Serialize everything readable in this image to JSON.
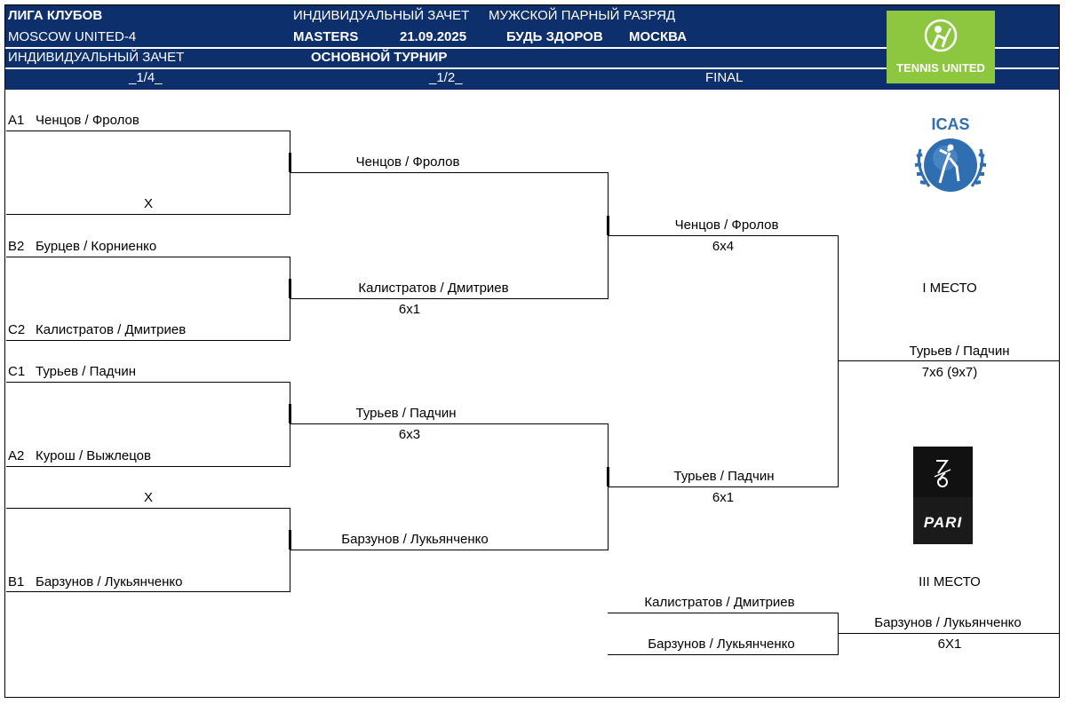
{
  "header": {
    "row1": {
      "league": "ЛИГА КЛУБОВ",
      "category": "ИНДИВИДУАЛЬНЫЙ ЗАЧЕТ",
      "discipline": "МУЖСКОЙ ПАРНЫЙ РАЗРЯД"
    },
    "row2": {
      "event": "MOSCOW UNITED-4",
      "level": "MASTERS",
      "date": "21.09.2025",
      "venue": "БУДЬ ЗДОРОВ",
      "city": "МОСКВА"
    },
    "row3": {
      "category": "ИНДИВИДУАЛЬНЫЙ ЗАЧЕТ",
      "draw": "ОСНОВНОЙ  ТУРНИР"
    },
    "rounds": [
      "_1/4_",
      "_1/2_",
      "FINAL"
    ]
  },
  "logos": {
    "tennis_united": "TENNIS UNITED",
    "icas": "ICAS",
    "pari": "PARI",
    "sponsor_mark": "7/6"
  },
  "bracket": {
    "quarterfinals": [
      {
        "seed": "A1",
        "name": "Ченцов / Фролов"
      },
      {
        "seed": "",
        "name": "X"
      },
      {
        "seed": "B2",
        "name": "Бурцев / Корниенко"
      },
      {
        "seed": "C2",
        "name": "Калистратов / Дмитриев"
      },
      {
        "seed": "C1",
        "name": "Турьев / Падчин"
      },
      {
        "seed": "A2",
        "name": "Курош / Выжлецов"
      },
      {
        "seed": "",
        "name": "X"
      },
      {
        "seed": "B1",
        "name": "Барзунов / Лукьянченко"
      }
    ],
    "semifinals": [
      {
        "name": "Ченцов / Фролов",
        "score": ""
      },
      {
        "name": "Калистратов / Дмитриев",
        "score": "6х1"
      },
      {
        "name": "Турьев / Падчин",
        "score": "6х3"
      },
      {
        "name": "Барзунов / Лукьянченко",
        "score": ""
      }
    ],
    "final": [
      {
        "name": "Ченцов / Фролов",
        "score": "6х4"
      },
      {
        "name": "Турьев / Падчин",
        "score": "6х1"
      }
    ],
    "winner": {
      "place": "I МЕСТО",
      "name": "Турьев / Падчин",
      "score": "7х6 (9х7)"
    },
    "third_place": {
      "title": "III МЕСТО",
      "players": [
        "Калистратов / Дмитриев",
        "Барзунов / Лукьянченко"
      ],
      "winner": "Барзунов / Лукьянченко",
      "score": "6Х1"
    }
  }
}
